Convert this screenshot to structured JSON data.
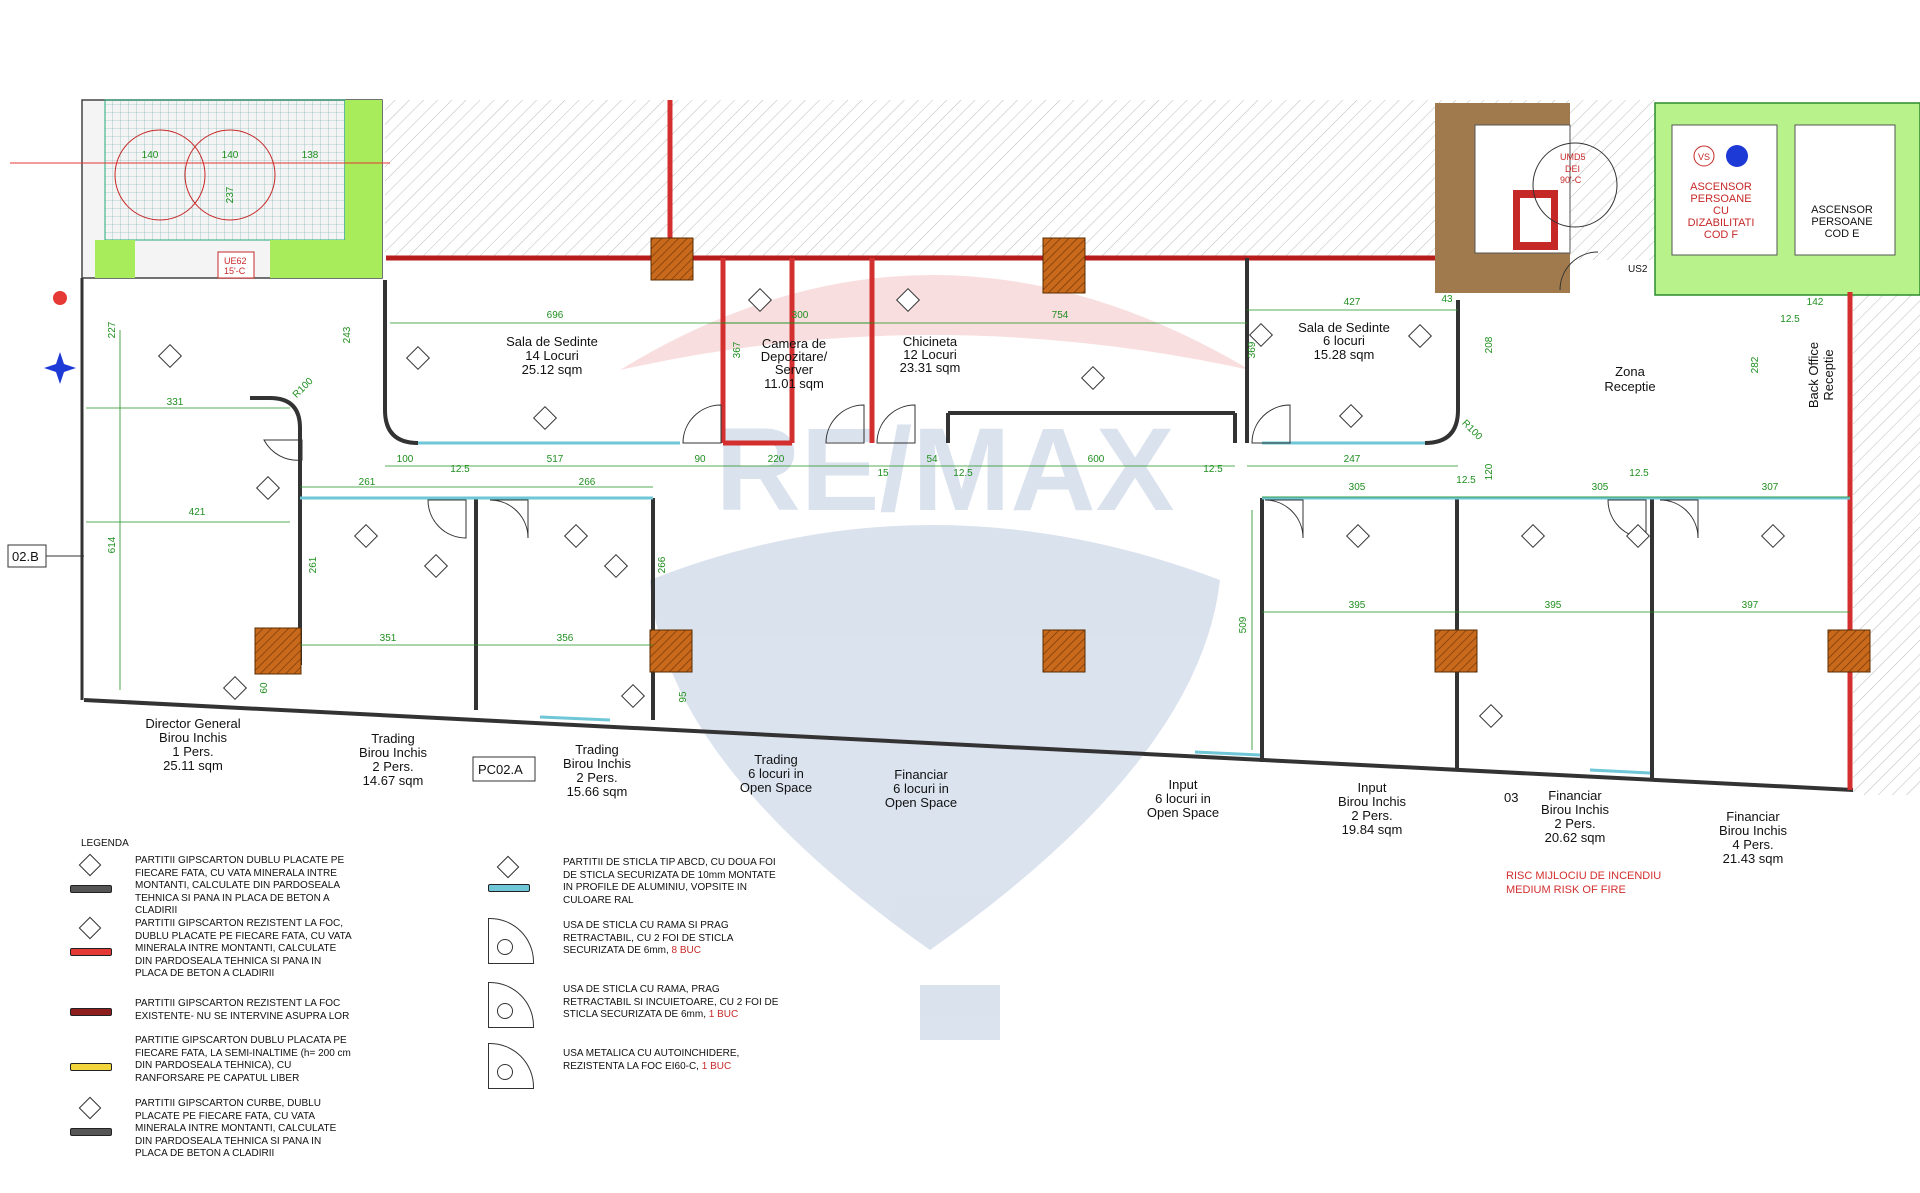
{
  "rooms": {
    "sala_sedinte_14": [
      "Sala de Sedinte",
      "14 Locuri",
      "25.12 sqm"
    ],
    "camera_depozitare": [
      "Camera de",
      "Depozitare/",
      "Server",
      "11.01 sqm"
    ],
    "chicineta": [
      "Chicineta",
      "12 Locuri",
      "23.31 sqm"
    ],
    "sala_sedinte_6": [
      "Sala de Sedinte",
      "6 locuri",
      "15.28 sqm"
    ],
    "zona_receptie": [
      "Zona",
      "Receptie"
    ],
    "back_office": "Back Office",
    "receptie_vert": "Receptie",
    "director": [
      "Director General",
      "Birou Inchis",
      "1 Pers.",
      "25.11 sqm"
    ],
    "trading_1": [
      "Trading",
      "Birou Inchis",
      "2 Pers.",
      "14.67 sqm"
    ],
    "trading_2": [
      "Trading",
      "Birou Inchis",
      "2 Pers.",
      "15.66 sqm"
    ],
    "trading_open": [
      "Trading",
      "6 locuri in",
      "Open Space"
    ],
    "financiar_open": [
      "Financiar",
      "6 locuri in",
      "Open Space"
    ],
    "input_open": [
      "Input",
      "6 locuri in",
      "Open Space"
    ],
    "input_closed": [
      "Input",
      "Birou Inchis",
      "2 Pers.",
      "19.84 sqm"
    ],
    "financiar_2": [
      "Financiar",
      "Birou Inchis",
      "2 Pers.",
      "20.62 sqm"
    ],
    "financiar_4": [
      "Financiar",
      "Birou Inchis",
      "4 Pers.",
      "21.43 sqm"
    ],
    "ascensor_dizabilitati": [
      "ASCENSOR",
      "PERSOANE",
      "CU",
      "DIZABILITATI",
      "COD F"
    ],
    "ascensor_persoane": [
      "ASCENSOR",
      "PERSOANE",
      "COD E"
    ]
  },
  "codes": {
    "pc02a": "PC02.A",
    "c02b": "02.B",
    "zone03": "03",
    "us2": "US2",
    "ue62": "UE62",
    "ue62_sub": "15'-C",
    "umd5": "UMD5",
    "umd5_sub": "DEI",
    "umd5_sub2": "90'-C",
    "vs": "VS"
  },
  "dimensions": {
    "d696": "696",
    "d300": "300",
    "d754": "754",
    "d427": "427",
    "d43": "43",
    "d142": "142",
    "d331": "331",
    "d421": "421",
    "d351": "351",
    "d356": "356",
    "d261a": "261",
    "d261b": "261",
    "d266a": "266",
    "d266b": "266",
    "d90": "90",
    "d100": "100",
    "d517": "517",
    "d220": "220",
    "d54": "54",
    "d600": "600",
    "d247": "247",
    "d305": "305",
    "d307": "307",
    "d395": "395",
    "d397": "397",
    "d12_5": "12.5",
    "d15": "15",
    "d614": "614",
    "d509": "509",
    "d227": "227",
    "d243": "243",
    "d367": "367",
    "d369": "369",
    "d208": "208",
    "d120": "120",
    "d282": "282",
    "d95": "95",
    "d60": "60",
    "r100": "R100",
    "d140": "140",
    "d138": "138",
    "d237": "237"
  },
  "legend": {
    "title": "LEGENDA",
    "items": [
      {
        "text": "PARTITII GIPSCARTON DUBLU PLACATE PE FIECARE FATA, CU VATA MINERALA INTRE MONTANTI, CALCULATE DIN PARDOSEALA TEHNICA SI PANA IN PLACA DE BETON A CLADIRII",
        "color": "#555555"
      },
      {
        "text": "PARTITII GIPSCARTON REZISTENT LA FOC, DUBLU PLACATE PE FIECARE FATA, CU VATA MINERALA INTRE MONTANTI, CALCULATE DIN PARDOSEALA TEHNICA SI PANA IN PLACA DE BETON A CLADIRII",
        "color": "#e53935"
      },
      {
        "text": "PARTITII GIPSCARTON REZISTENT LA FOC EXISTENTE- NU SE INTERVINE ASUPRA LOR",
        "color": "#8e1d1d"
      },
      {
        "text": "PARTITIE GIPSCARTON DUBLU PLACATA PE FIECARE FATA, LA SEMI-INALTIME (h= 200 cm DIN PARDOSEALA TEHNICA), CU RANFORSARE PE CAPATUL LIBER",
        "color": "#f2d43c"
      },
      {
        "text": "PARTITII GIPSCARTON CURBE, DUBLU PLACATE PE FIECARE FATA, CU VATA MINERALA INTRE MONTANTI, CALCULATE DIN PARDOSEALA TEHNICA SI PANA IN PLACA DE BETON A CLADIRII",
        "color": "#555555"
      },
      {
        "text": "PARTITII DE STICLA TIP ABCD, CU DOUA FOI DE STICLA SECURIZATA DE 10mm MONTATE IN PROFILE DE ALUMINIU, VOPSITE IN CULOARE RAL",
        "color": "#6ec6d6"
      },
      {
        "text": "USA DE STICLA CU RAMA SI PRAG RETRACTABIL, CU 2 FOI DE STICLA SECURIZATA DE 6mm,",
        "count": "8 BUC"
      },
      {
        "text": "USA DE STICLA CU RAMA, PRAG RETRACTABIL SI INCUIETOARE, CU 2 FOI DE STICLA SECURIZATA DE 6mm,",
        "count": "1 BUC"
      },
      {
        "text": "USA METALICA CU AUTOINCHIDERE, REZISTENTA LA FOC EI60-C,",
        "count": "1 BUC"
      }
    ]
  },
  "fire_risk": [
    "RISC MIJLOCIU DE INCENDIU",
    "MEDIUM RISK OF FIRE"
  ],
  "watermark": "RE/MAX",
  "colors": {
    "wall_grey": "#555555",
    "wall_red": "#d32f2f",
    "wall_darkred": "#8e1d1d",
    "glass": "#6ec6d6",
    "dimension": "#1f8f1f",
    "column": "#c8691c",
    "lift_green": "#b8f28a",
    "core_brown": "#a07a4c",
    "marker_red": "#e53935",
    "marker_blue": "#1e3ad6"
  }
}
